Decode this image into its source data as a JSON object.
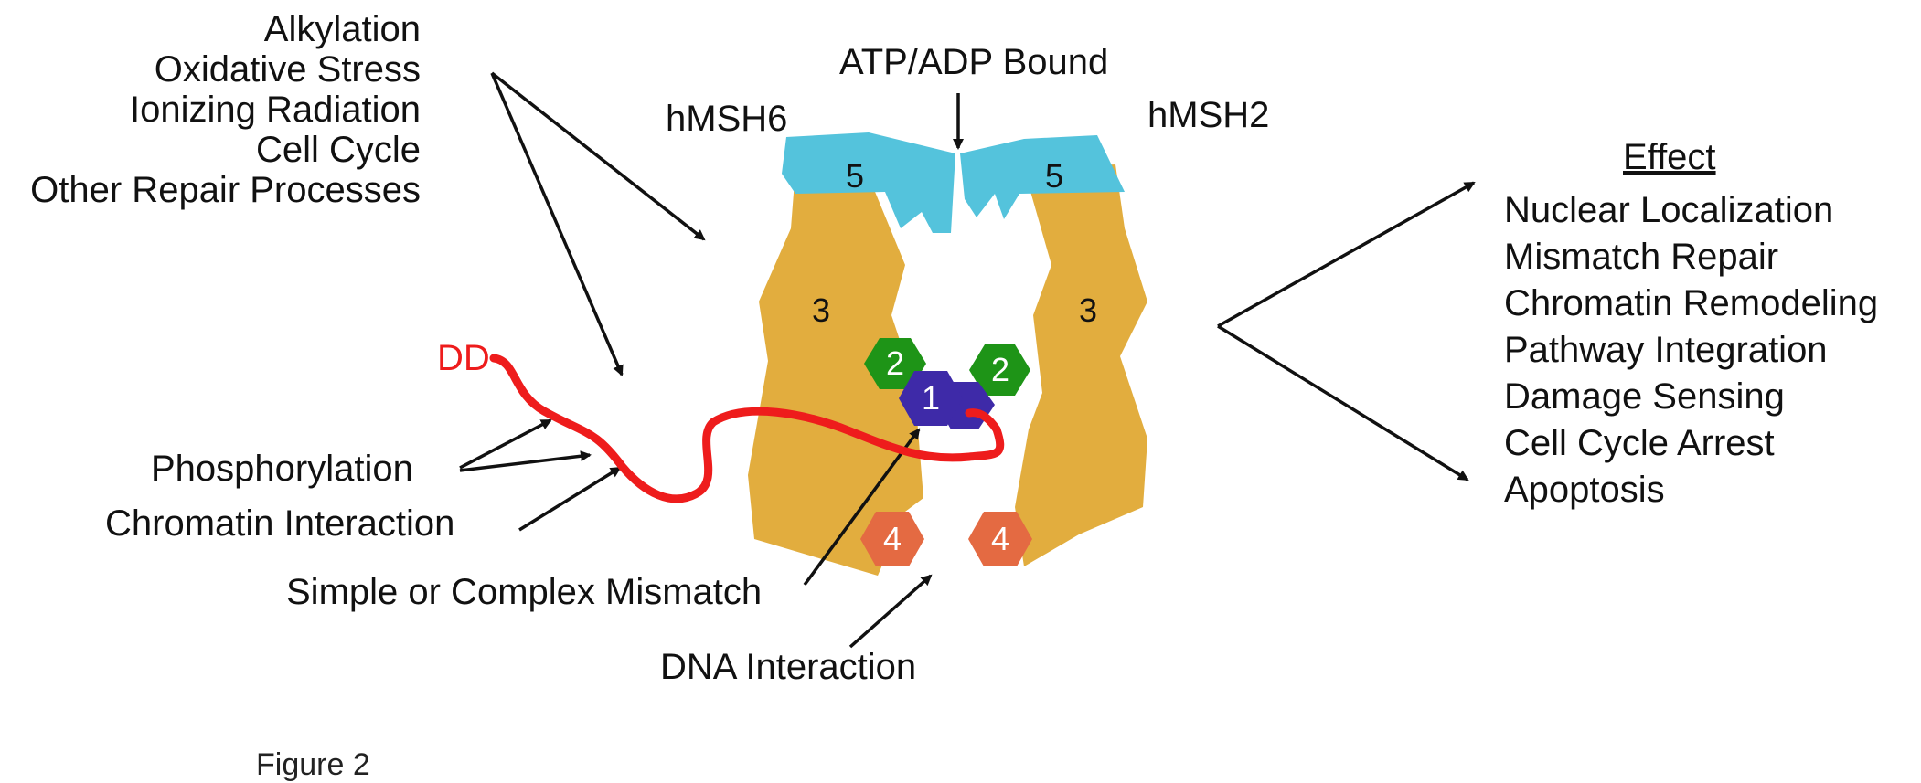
{
  "stressors": [
    "Alkylation",
    "Oxidative Stress",
    "Ionizing Radiation",
    "Cell Cycle",
    "Other Repair Processes"
  ],
  "top_label": "ATP/ADP Bound",
  "subunit_left": "hMSH6",
  "subunit_right": "hMSH2",
  "dd_label": "DD",
  "left_labels": {
    "phosphorylation": "Phosphorylation",
    "chromatin": "Chromatin Interaction",
    "mismatch": "Simple or Complex Mismatch",
    "dna": "DNA Interaction"
  },
  "domains": {
    "d5_left": "5",
    "d5_right": "5",
    "d3_left": "3",
    "d3_right": "3",
    "d2_left": "2",
    "d2_right": "2",
    "d1": "1",
    "d4_left": "4",
    "d4_right": "4"
  },
  "effect": {
    "header": "Effect",
    "items": [
      "Nuclear Localization",
      "Mismatch Repair",
      "Chromatin Remodeling",
      "Pathway Integration",
      "Damage Sensing",
      "Cell Cycle Arrest",
      "Apoptosis"
    ]
  },
  "caption": "Figure 2",
  "colors": {
    "domain5": "#54c3dc",
    "domain3": "#e2ad3e",
    "domain2": "#1e9417",
    "domain1": "#3e2aa8",
    "domain4": "#e46a42",
    "dd_tail": "#ee1c1c"
  }
}
